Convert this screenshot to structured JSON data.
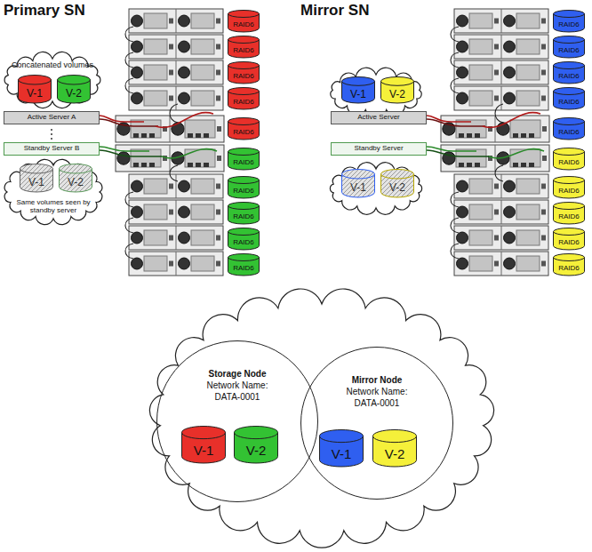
{
  "diagram": {
    "nodes": [
      {
        "text": [
          "Concatenated volumes"
        ]
      },
      {
        "text": [
          "V-1"
        ],
        "in": 0
      },
      {
        "text": [
          "V-2"
        ],
        "in": 0
      },
      {
        "text": [
          "Active Server A"
        ]
      },
      {
        "text": [
          "Standby Server B"
        ]
      },
      {
        "text": [
          "Same volumes seen by standby server"
        ]
      },
      {
        "text": [
          "V-1"
        ],
        "in": 5
      },
      {
        "text": [
          "V-2"
        ],
        "in": 5
      },
      {
        "text": [
          "RAID6"
        ]
      },
      {
        "text": [
          "RAID6"
        ]
      },
      {
        "text": [
          "RAID6"
        ]
      },
      {
        "text": [
          "RAID6"
        ]
      },
      {
        "text": [
          "RAID6"
        ]
      },
      {
        "text": [
          "RAID6"
        ]
      },
      {
        "text": [
          "RAID6"
        ]
      },
      {
        "text": [
          "RAID6"
        ]
      },
      {
        "text": [
          "RAID6"
        ]
      },
      {
        "text": [
          "RAID6"
        ]
      },
      {
        "text": []
      },
      {
        "text": [
          "V-1"
        ],
        "in": 18
      },
      {
        "text": [
          "V-2"
        ],
        "in": 18
      },
      {
        "text": [
          "Active Server"
        ]
      },
      {
        "text": [
          "Standby Server"
        ]
      },
      {
        "text": []
      },
      {
        "text": [
          "V-1"
        ],
        "in": 23
      },
      {
        "text": [
          "V-2"
        ],
        "in": 23
      },
      {
        "text": [
          "RAID6"
        ]
      },
      {
        "text": [
          "RAID6"
        ]
      },
      {
        "text": [
          "RAID6"
        ]
      },
      {
        "text": [
          "RAID6"
        ]
      },
      {
        "text": [
          "RAID6"
        ]
      },
      {
        "text": [
          "RAID6"
        ]
      },
      {
        "text": [
          "RAID6"
        ]
      },
      {
        "text": [
          "RAID6"
        ]
      },
      {
        "text": [
          "RAID6"
        ]
      },
      {
        "text": [
          "RAID6"
        ]
      },
      {
        "text": []
      },
      {
        "text": [
          "Storage Node",
          "Network Name:",
          "DATA-0001"
        ],
        "in": 36
      },
      {
        "text": [
          "V-1"
        ],
        "in": 37
      },
      {
        "text": [
          "V-2"
        ],
        "in": 37
      },
      {
        "text": [
          "Mirror Node",
          "Network Name:",
          "DATA-0001"
        ],
        "in": 36
      },
      {
        "text": [
          "V-1"
        ],
        "in": 40
      },
      {
        "text": [
          "V-2"
        ],
        "in": 40
      }
    ],
    "labels": [
      "Primary SN",
      "Mirror SN"
    ]
  }
}
